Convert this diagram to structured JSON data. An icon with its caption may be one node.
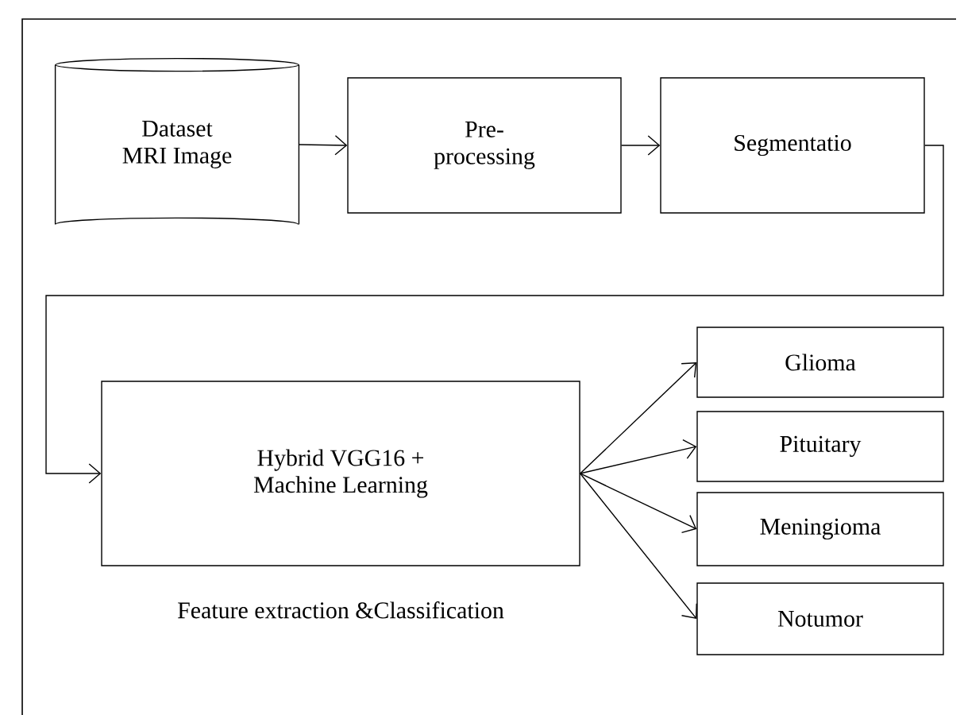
{
  "diagram": {
    "nodes": [
      {
        "text": [
          "Dataset MRI Image"
        ]
      },
      {
        "text": [
          "Pre- processing"
        ]
      },
      {
        "text": [
          "Segmentatio"
        ]
      },
      {
        "text": [
          "Hybrid VGG16 + Machine Learning"
        ],
        "beside": [
          "Feature extraction &Classification"
        ]
      },
      {
        "text": [
          "Glioma"
        ]
      },
      {
        "text": [
          "Pituitary"
        ]
      },
      {
        "text": [
          "Meningioma"
        ]
      },
      {
        "text": [
          "Notumor"
        ]
      }
    ],
    "edges": [
      {
        "from": 0,
        "to": 1,
        "arrow": "to"
      },
      {
        "from": 1,
        "to": 2,
        "arrow": "to"
      },
      {
        "from": 2,
        "to": 3,
        "arrow": "to"
      },
      {
        "from": 3,
        "to": 4,
        "arrow": "to"
      },
      {
        "from": 3,
        "to": 5,
        "arrow": "to"
      },
      {
        "from": 3,
        "to": 6,
        "arrow": "to"
      },
      {
        "from": 3,
        "to": 7,
        "arrow": "to"
      }
    ]
  }
}
